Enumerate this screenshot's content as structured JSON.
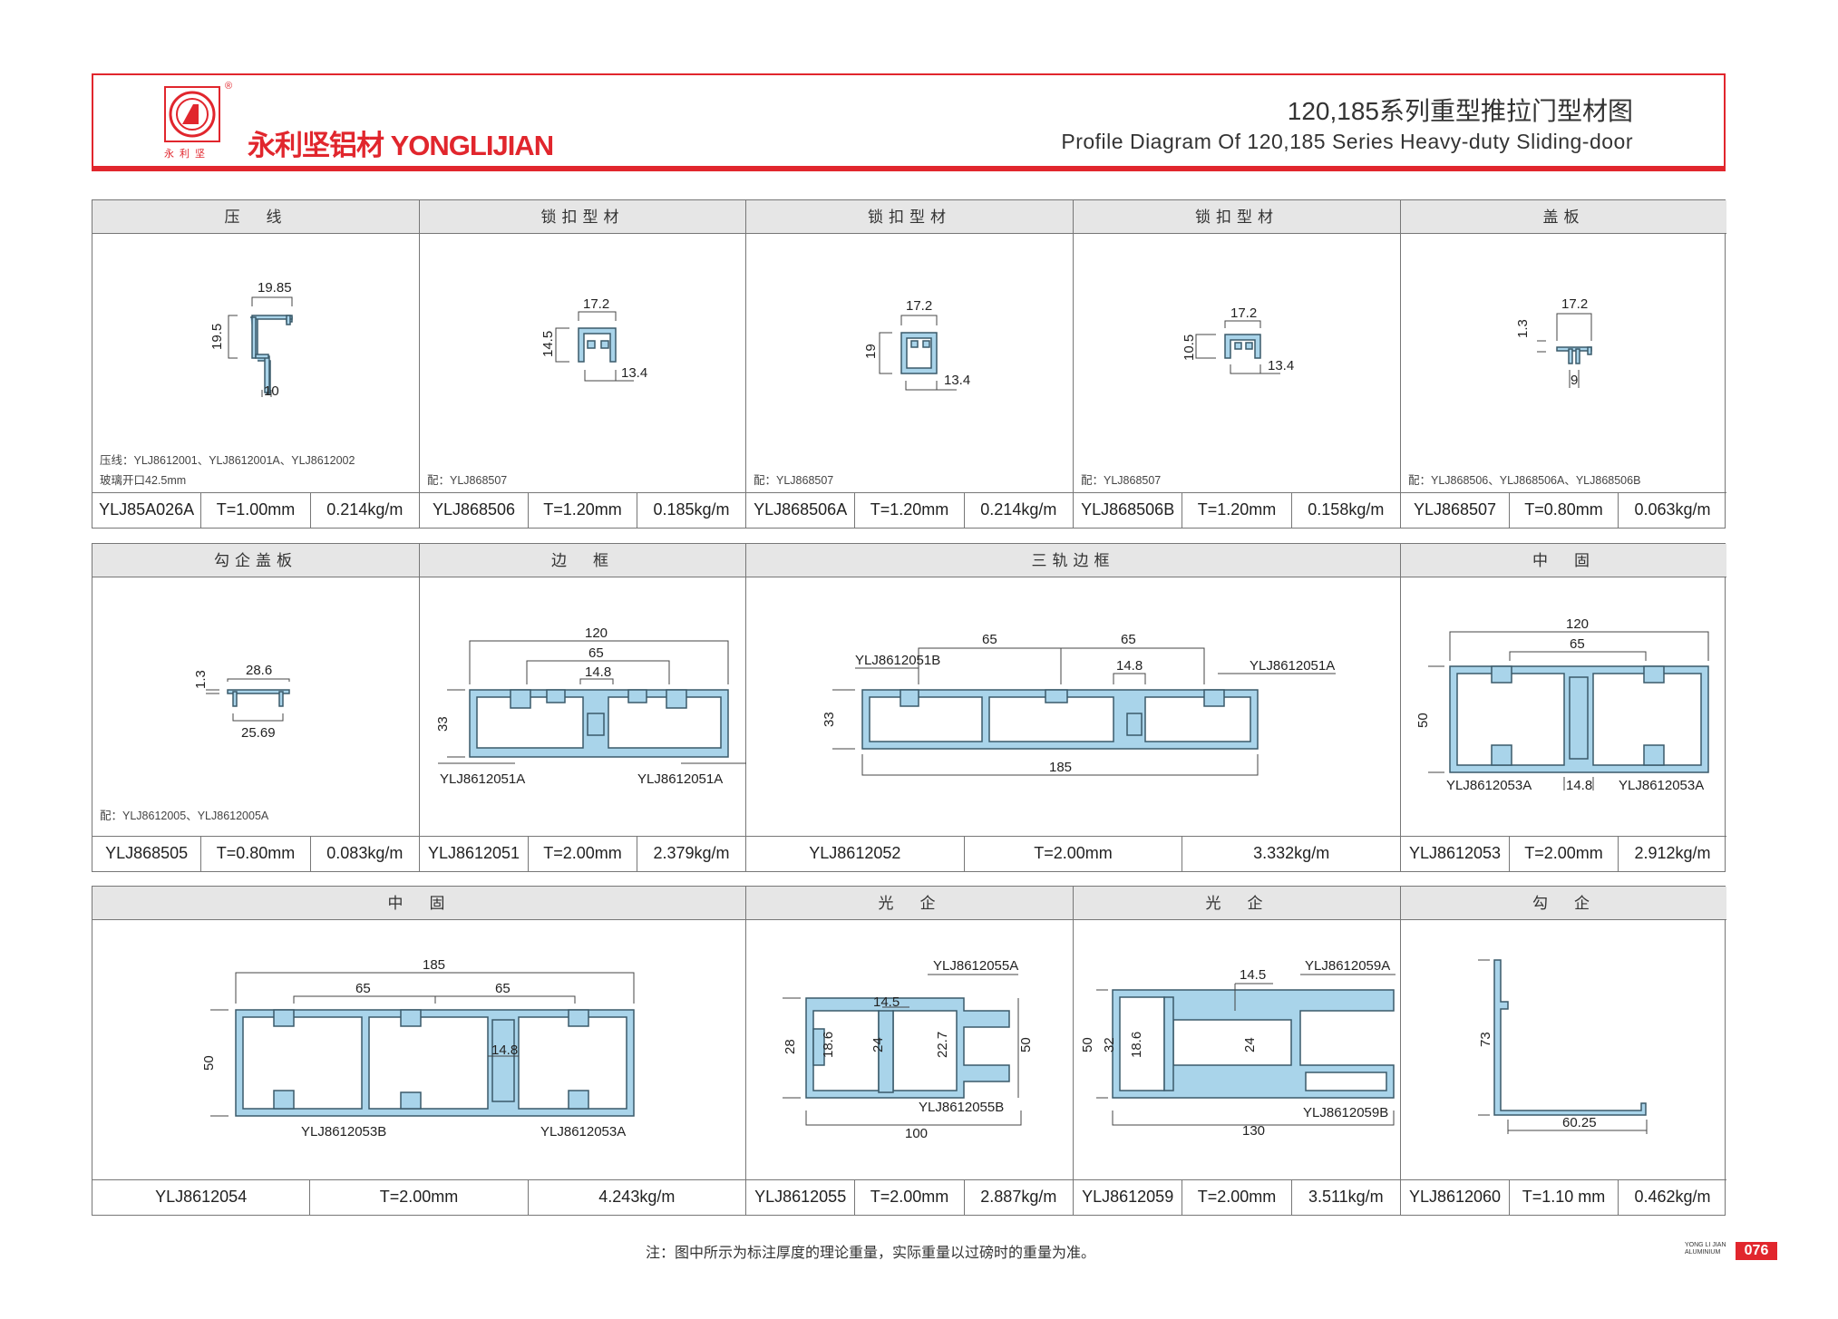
{
  "header": {
    "logo_text": "永利坚",
    "registered": "®",
    "brand": "永利坚铝材 YONGLIJIAN",
    "title_cn": "120,185系列重型推拉门型材图",
    "title_en": "Profile Diagram Of 120,185 Series Heavy-duty Sliding-door"
  },
  "sections": [
    {
      "cells": [
        {
          "title": "压　线",
          "notes": [
            "压线：YLJ8612001、YLJ8612001A、YLJ8612002",
            "玻璃开口42.5mm"
          ],
          "code": "YLJ85A026A",
          "thickness": "T=1.00mm",
          "weight": "0.214kg/m",
          "dims": [
            "19.85",
            "19.5",
            "10"
          ]
        },
        {
          "title": "锁扣型材",
          "notes": [
            "配：YLJ868507"
          ],
          "code": "YLJ868506",
          "thickness": "T=1.20mm",
          "weight": "0.185kg/m",
          "dims": [
            "17.2",
            "14.5",
            "13.4"
          ]
        },
        {
          "title": "锁扣型材",
          "notes": [
            "配：YLJ868507"
          ],
          "code": "YLJ868506A",
          "thickness": "T=1.20mm",
          "weight": "0.214kg/m",
          "dims": [
            "17.2",
            "19",
            "13.4"
          ]
        },
        {
          "title": "锁扣型材",
          "notes": [
            "配：YLJ868507"
          ],
          "code": "YLJ868506B",
          "thickness": "T=1.20mm",
          "weight": "0.158kg/m",
          "dims": [
            "17.2",
            "10.5",
            "13.4"
          ]
        },
        {
          "title": "盖板",
          "notes": [
            "配：YLJ868506、YLJ868506A、YLJ868506B"
          ],
          "code": "YLJ868507",
          "thickness": "T=0.80mm",
          "weight": "0.063kg/m",
          "dims": [
            "17.2",
            "1.3",
            "9"
          ]
        }
      ]
    },
    {
      "cells": [
        {
          "title": "勾企盖板",
          "notes": [
            "配：YLJ8612005、YLJ8612005A"
          ],
          "code": "YLJ868505",
          "thickness": "T=0.80mm",
          "weight": "0.083kg/m",
          "dims": [
            "28.6",
            "1.3",
            "25.69"
          ]
        },
        {
          "title": "边　框",
          "code": "YLJ8612051",
          "thickness": "T=2.00mm",
          "weight": "2.379kg/m",
          "dims": [
            "120",
            "65",
            "14.8",
            "33",
            "YLJ8612051A",
            "YLJ8612051A"
          ]
        },
        {
          "title": "三轨边框",
          "code": "YLJ8612052",
          "thickness": "T=2.00mm",
          "weight": "3.332kg/m",
          "dims": [
            "YLJ8612051B",
            "65",
            "65",
            "14.8",
            "YLJ8612051A",
            "33",
            "185"
          ]
        },
        {
          "title": "中　固",
          "code": "YLJ8612053",
          "thickness": "T=2.00mm",
          "weight": "2.912kg/m",
          "dims": [
            "120",
            "65",
            "50",
            "YLJ8612053A",
            "14.8",
            "YLJ8612053A"
          ]
        }
      ]
    },
    {
      "cells": [
        {
          "title": "中　固",
          "code": "YLJ8612054",
          "thickness": "T=2.00mm",
          "weight": "4.243kg/m",
          "dims": [
            "185",
            "65",
            "65",
            "50",
            "14.8",
            "YLJ8612053B",
            "YLJ8612053A"
          ]
        },
        {
          "title": "光　企",
          "code": "YLJ8612055",
          "thickness": "T=2.00mm",
          "weight": "2.887kg/m",
          "dims": [
            "YLJ8612055A",
            "14.5",
            "28",
            "18.6",
            "24",
            "22.7",
            "50",
            "YLJ8612055B",
            "100"
          ]
        },
        {
          "title": "光　企",
          "code": "YLJ8612059",
          "thickness": "T=2.00mm",
          "weight": "3.511kg/m",
          "dims": [
            "14.5",
            "YLJ8612059A",
            "50",
            "32",
            "18.6",
            "24",
            "YLJ8612059B",
            "130"
          ]
        },
        {
          "title": "勾　企",
          "code": "YLJ8612060",
          "thickness": "T=1.10 mm",
          "weight": "0.462kg/m",
          "dims": [
            "73",
            "60.25"
          ]
        }
      ]
    }
  ],
  "footnote": "注：图中所示为标注厚度的理论重量，实际重量以过磅时的重量为准。",
  "page": {
    "brand_top": "YONG LI JIAN",
    "brand_bottom": "ALUMINIUM",
    "number": "076"
  },
  "colors": {
    "brand_red": "#e1262d",
    "profile_fill": "#a9d4ea",
    "header_gray": "#e6e6e6"
  }
}
